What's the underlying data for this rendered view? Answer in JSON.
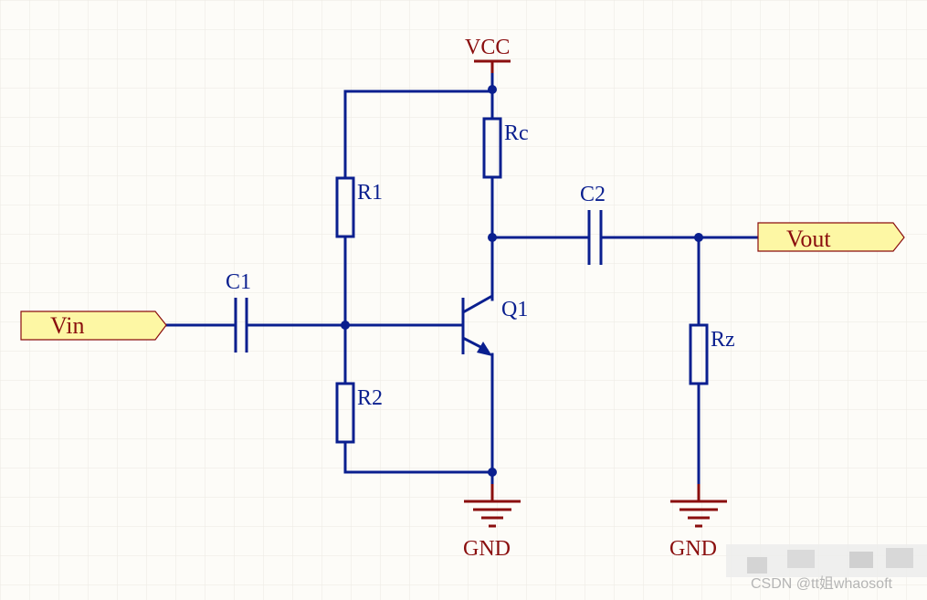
{
  "labels": {
    "vcc": "VCC",
    "gnd_left": "GND",
    "gnd_right": "GND",
    "r1": "R1",
    "r2": "R2",
    "rc": "Rc",
    "rz": "Rz",
    "c1": "C1",
    "c2": "C2",
    "q1": "Q1"
  },
  "ports": {
    "vin": "Vin",
    "vout": "Vout"
  },
  "watermark": "CSDN @tt姐whaosoft",
  "colors": {
    "wire": "#0a1f8f",
    "power": "#8a0e0e",
    "port_fill": "#fdf7a4",
    "background": "#fdfcf8"
  }
}
